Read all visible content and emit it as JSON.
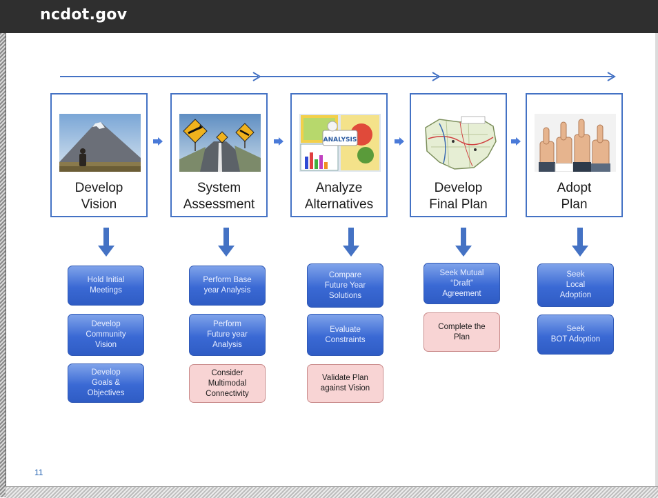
{
  "header": {
    "brand": "ncdot.gov"
  },
  "slide": {
    "page_number": "11"
  },
  "colors": {
    "header_bg": "#2f2f2f",
    "accent_blue": "#4472c4",
    "task_blue": "#3a69d4",
    "task_pink": "#f8d4d4"
  },
  "stages": [
    {
      "title": "Develop\nVision",
      "image": "mountain-hiker-icon",
      "tasks": [
        {
          "label": "Hold Initial\nMeetings",
          "style": "blue"
        },
        {
          "label": "Develop\nCommunity\nVision",
          "style": "blue"
        },
        {
          "label": "Develop\nGoals &\nObjectives",
          "style": "blue"
        }
      ]
    },
    {
      "title": "System\nAssessment",
      "image": "road-signs-icon",
      "tasks": [
        {
          "label": "Perform Base\nyear Analysis",
          "style": "blue"
        },
        {
          "label": "Perform\nFuture year\nAnalysis",
          "style": "blue"
        },
        {
          "label": "Consider\nMultimodal\nConnectivity",
          "style": "pink"
        }
      ]
    },
    {
      "title": "Analyze\nAlternatives",
      "image": "analysis-screens-icon",
      "tasks": [
        {
          "label": "Compare\nFuture Year\nSolutions",
          "style": "blue"
        },
        {
          "label": "Evaluate\nConstraints",
          "style": "blue"
        },
        {
          "label": "Validate Plan\nagainst Vision",
          "style": "pink"
        }
      ]
    },
    {
      "title": "Develop\nFinal Plan",
      "image": "plan-map-icon",
      "tasks": [
        {
          "label": "Seek Mutual\n“Draft”\nAgreement",
          "style": "blue"
        },
        {
          "label": "Complete the\nPlan",
          "style": "pink"
        }
      ]
    },
    {
      "title": "Adopt\nPlan",
      "image": "thumbs-up-icon",
      "tasks": [
        {
          "label": "Seek\nLocal\nAdoption",
          "style": "blue"
        },
        {
          "label": "Seek\nBOT Adoption",
          "style": "blue"
        }
      ]
    }
  ]
}
